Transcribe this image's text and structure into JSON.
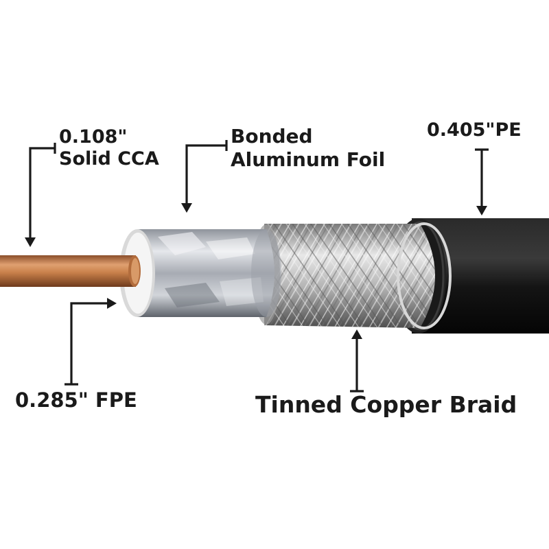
{
  "labels": {
    "conductor": {
      "line1": "0.108\"",
      "line2": "Solid CCA"
    },
    "foil": {
      "line1": "Bonded",
      "line2": "Aluminum Foil"
    },
    "jacket": {
      "line1": "0.405\"PE"
    },
    "dielectric": {
      "line1": "0.285\" FPE"
    },
    "braid": {
      "line1": "Tinned Copper Braid"
    }
  },
  "colors": {
    "copper": "#c8804a",
    "foil": "#b9bcc2",
    "dielectric": "#f4f4f4",
    "braid": "#c9c9c9",
    "jacket": "#161616",
    "leader": "#1a1a1a"
  }
}
